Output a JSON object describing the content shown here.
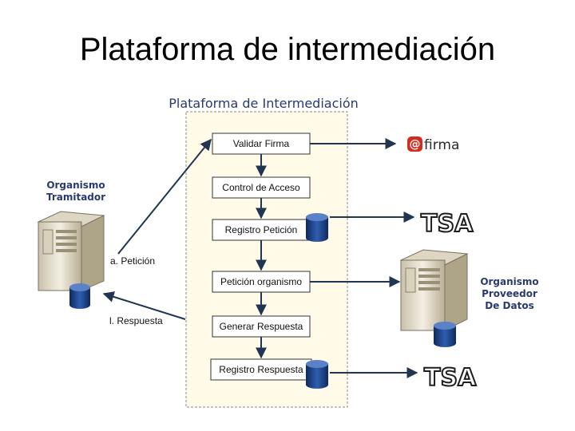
{
  "slide": {
    "title": "Plataforma de intermediación"
  },
  "diagram": {
    "platform_title": "Plataforma de Intermediación",
    "steps": [
      "Validar Firma",
      "Control de Acceso",
      "Registro Petición",
      "Petición organismo",
      "Generar Respuesta",
      "Registro Respuesta"
    ],
    "left_org": {
      "line1": "Organismo",
      "line2": "Tramitador"
    },
    "right_org": {
      "line1": "Organismo",
      "line2": "Proveedor",
      "line3": "De Datos"
    },
    "arrow_labels": {
      "request": "a. Petición",
      "response": "l. Respuesta"
    },
    "logos": {
      "afirma": {
        "mark": "@",
        "text": "firma"
      },
      "tsa": "TSA"
    },
    "colors": {
      "platform_bg": "#fffbe8",
      "platform_border": "#8a8a8a",
      "arrow": "#1f3550",
      "org_text": "#2a3a6e",
      "db": "#1a3a7a",
      "afirma_red": "#d62b1f"
    },
    "icons": [
      "server-icon",
      "database-icon",
      "afirma-logo",
      "tsa-logo"
    ]
  }
}
